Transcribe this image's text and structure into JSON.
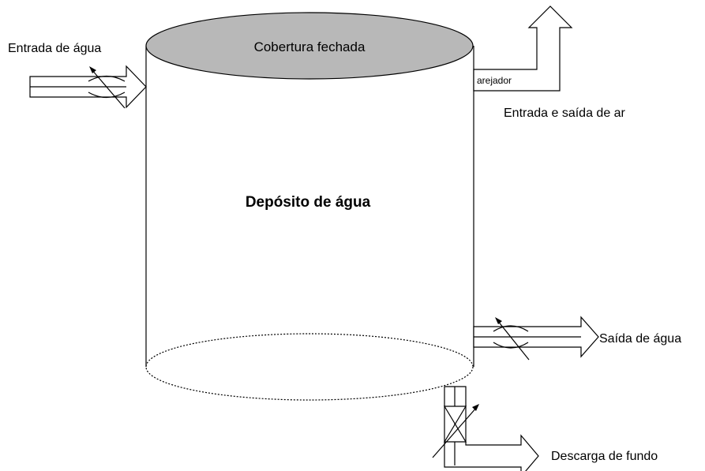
{
  "labels": {
    "tank": "Depósito de água",
    "cover": "Cobertura fechada",
    "water_inlet": "Entrada de água",
    "air": "Entrada e saída de ar",
    "aerator": "arejador",
    "water_outlet": "Saída de água",
    "bottom_drain": "Descarga de fundo"
  },
  "colors": {
    "cover_fill": "#b8b8b8",
    "stroke": "#000000",
    "background": "#ffffff"
  }
}
